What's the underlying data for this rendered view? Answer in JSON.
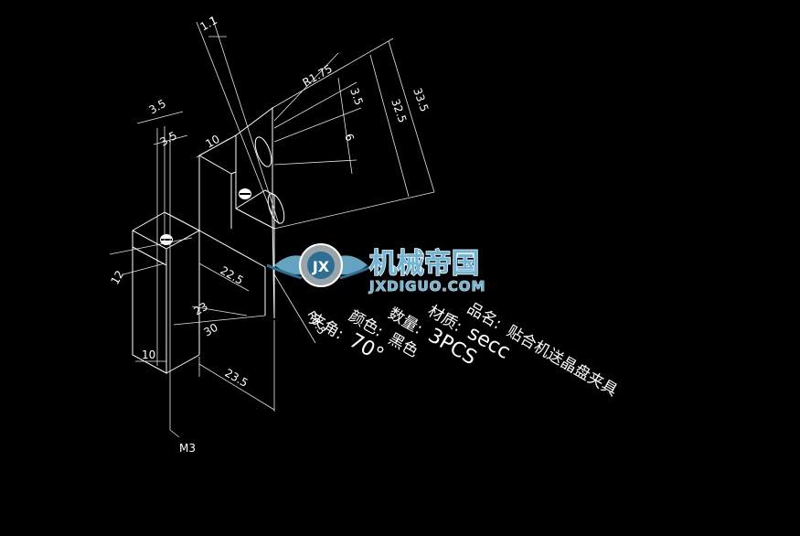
{
  "colors": {
    "background": "#000000",
    "lines": "#ffffff",
    "logo_primary": "#6fb6d6",
    "logo_dark": "#2d6f93"
  },
  "dimensions": {
    "d1_1": "1.1",
    "d3_5_top": "3.5",
    "d3_5_b": "3.5",
    "d10_top": "10",
    "r1_75": "R1.75",
    "d3_5_right": "3.5",
    "d6": "6",
    "d32_5": "32.5",
    "d33_5": "33.5",
    "d12": "12",
    "d22_5": "22.5",
    "d23": "23",
    "d30": "30",
    "d10_bottom": "10",
    "d23_5": "23.5",
    "r0_5": "R0.5",
    "m3": "M3"
  },
  "notes": [
    {
      "label": "品名:",
      "value": "贴合机送晶盘夹具"
    },
    {
      "label": "材质:",
      "value": "secc"
    },
    {
      "label": "数量:",
      "value": "3PCS"
    },
    {
      "label": "颜色:",
      "value": "黑色"
    },
    {
      "label": "夹角:",
      "value": "70°"
    }
  ],
  "logo": {
    "chinese": "机械帝国",
    "domain": "JXDIGUO.COM",
    "badge": "JX"
  }
}
